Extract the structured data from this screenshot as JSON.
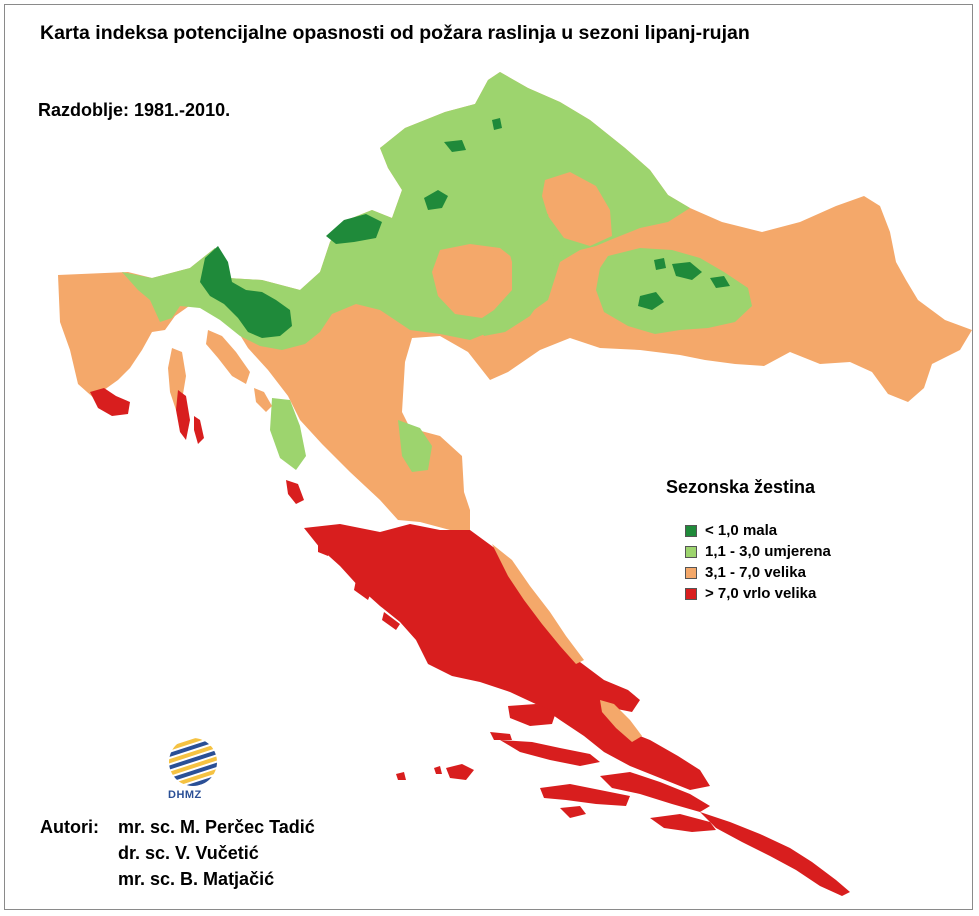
{
  "title": "Karta indeksa potencijalne opasnosti od požara raslinja u sezoni lipanj-rujan",
  "period": "Razdoblje: 1981.-2010.",
  "legend": {
    "title": "Sezonska žestina",
    "items": [
      {
        "label": "< 1,0 mala",
        "color": "#1f8a3a"
      },
      {
        "label": "1,1 - 3,0 umjerena",
        "color": "#9dd46e"
      },
      {
        "label": "3,1 - 7,0 velika",
        "color": "#f4a86a"
      },
      {
        "label": "> 7,0 vrlo velika",
        "color": "#d81e1e"
      }
    ]
  },
  "logo": {
    "text": "DHMZ",
    "icon": "dhmz-globe-icon",
    "color": "#2a4f96"
  },
  "authors": {
    "label": "Autori:",
    "names": [
      "mr. sc. M. Perčec Tadić",
      "dr. sc. V. Vučetić",
      "mr. sc. B. Matjačić"
    ]
  }
}
